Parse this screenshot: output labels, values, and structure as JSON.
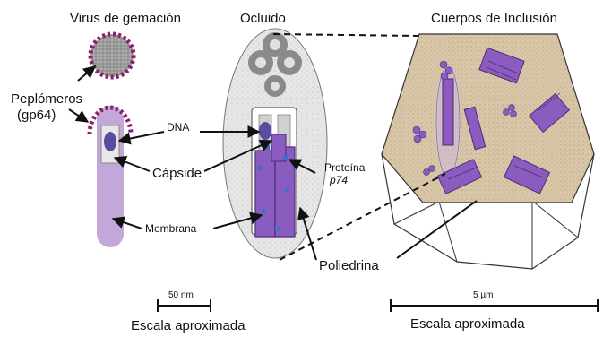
{
  "titles": {
    "budded": "Virus de gemación",
    "occluded": "Ocluido",
    "inclusion": "Cuerpos de Inclusión"
  },
  "labels": {
    "peplomers_line1": "Peplómeros",
    "peplomers_line2": "(gp64)",
    "dna": "DNA",
    "capsid": "Cápside",
    "membrane": "Membrana",
    "protein": "Proteína",
    "protein_name": "p74",
    "polyhedrin": "Poliedrina"
  },
  "scales": {
    "left_value": "50 nm",
    "left_caption": "Escala aproximada",
    "right_value": "5 µm",
    "right_caption": "Escala aproximada"
  },
  "colors": {
    "purple": "#7d4fb0",
    "purple_light": "#c2a7d8",
    "purple_dark": "#4e2a78",
    "dots": "#8b1f6b",
    "crystal": "#d7c4a6",
    "blue_dot": "#3f6fc8"
  }
}
